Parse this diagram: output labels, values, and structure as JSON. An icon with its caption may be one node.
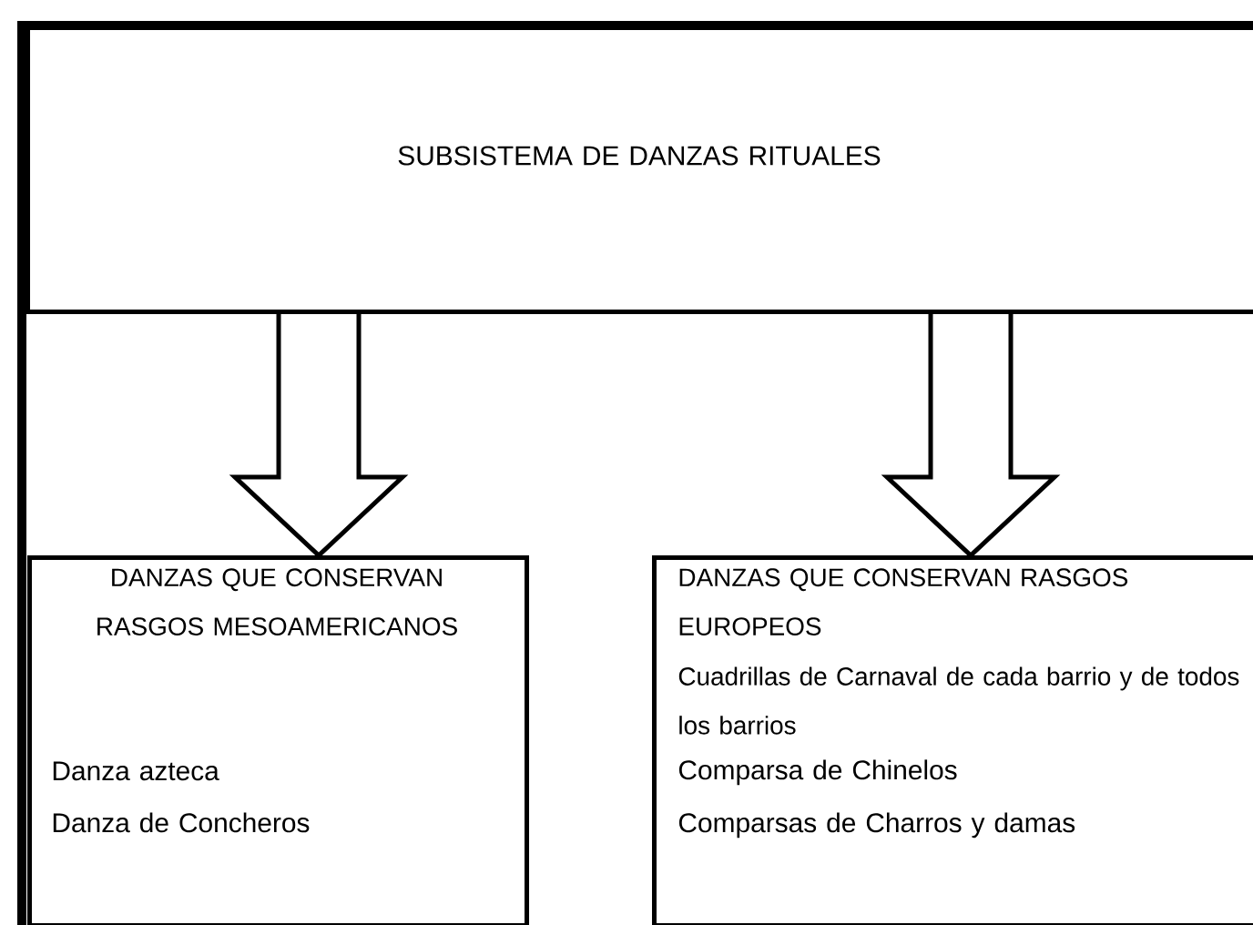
{
  "diagram": {
    "nodes": [
      {
        "text": [
          "SUBSISTEMA DE DANZAS RITUALES"
        ]
      },
      {
        "text": [
          "DANZAS QUE CONSERVAN RASGOS MESOAMERICANOS",
          "Danza azteca",
          "Danza de Concheros"
        ]
      },
      {
        "text": [
          "DANZAS QUE CONSERVAN RASGOS EUROPEOS",
          "Cuadrillas de Carnaval de cada barrio y de todos los barrios",
          "Comparsa de Chinelos",
          "Comparsas de Charros y damas"
        ]
      }
    ],
    "edges": [
      {
        "from": 0,
        "to": 1,
        "arrow": "to"
      },
      {
        "from": 0,
        "to": 2,
        "arrow": "to"
      }
    ]
  }
}
